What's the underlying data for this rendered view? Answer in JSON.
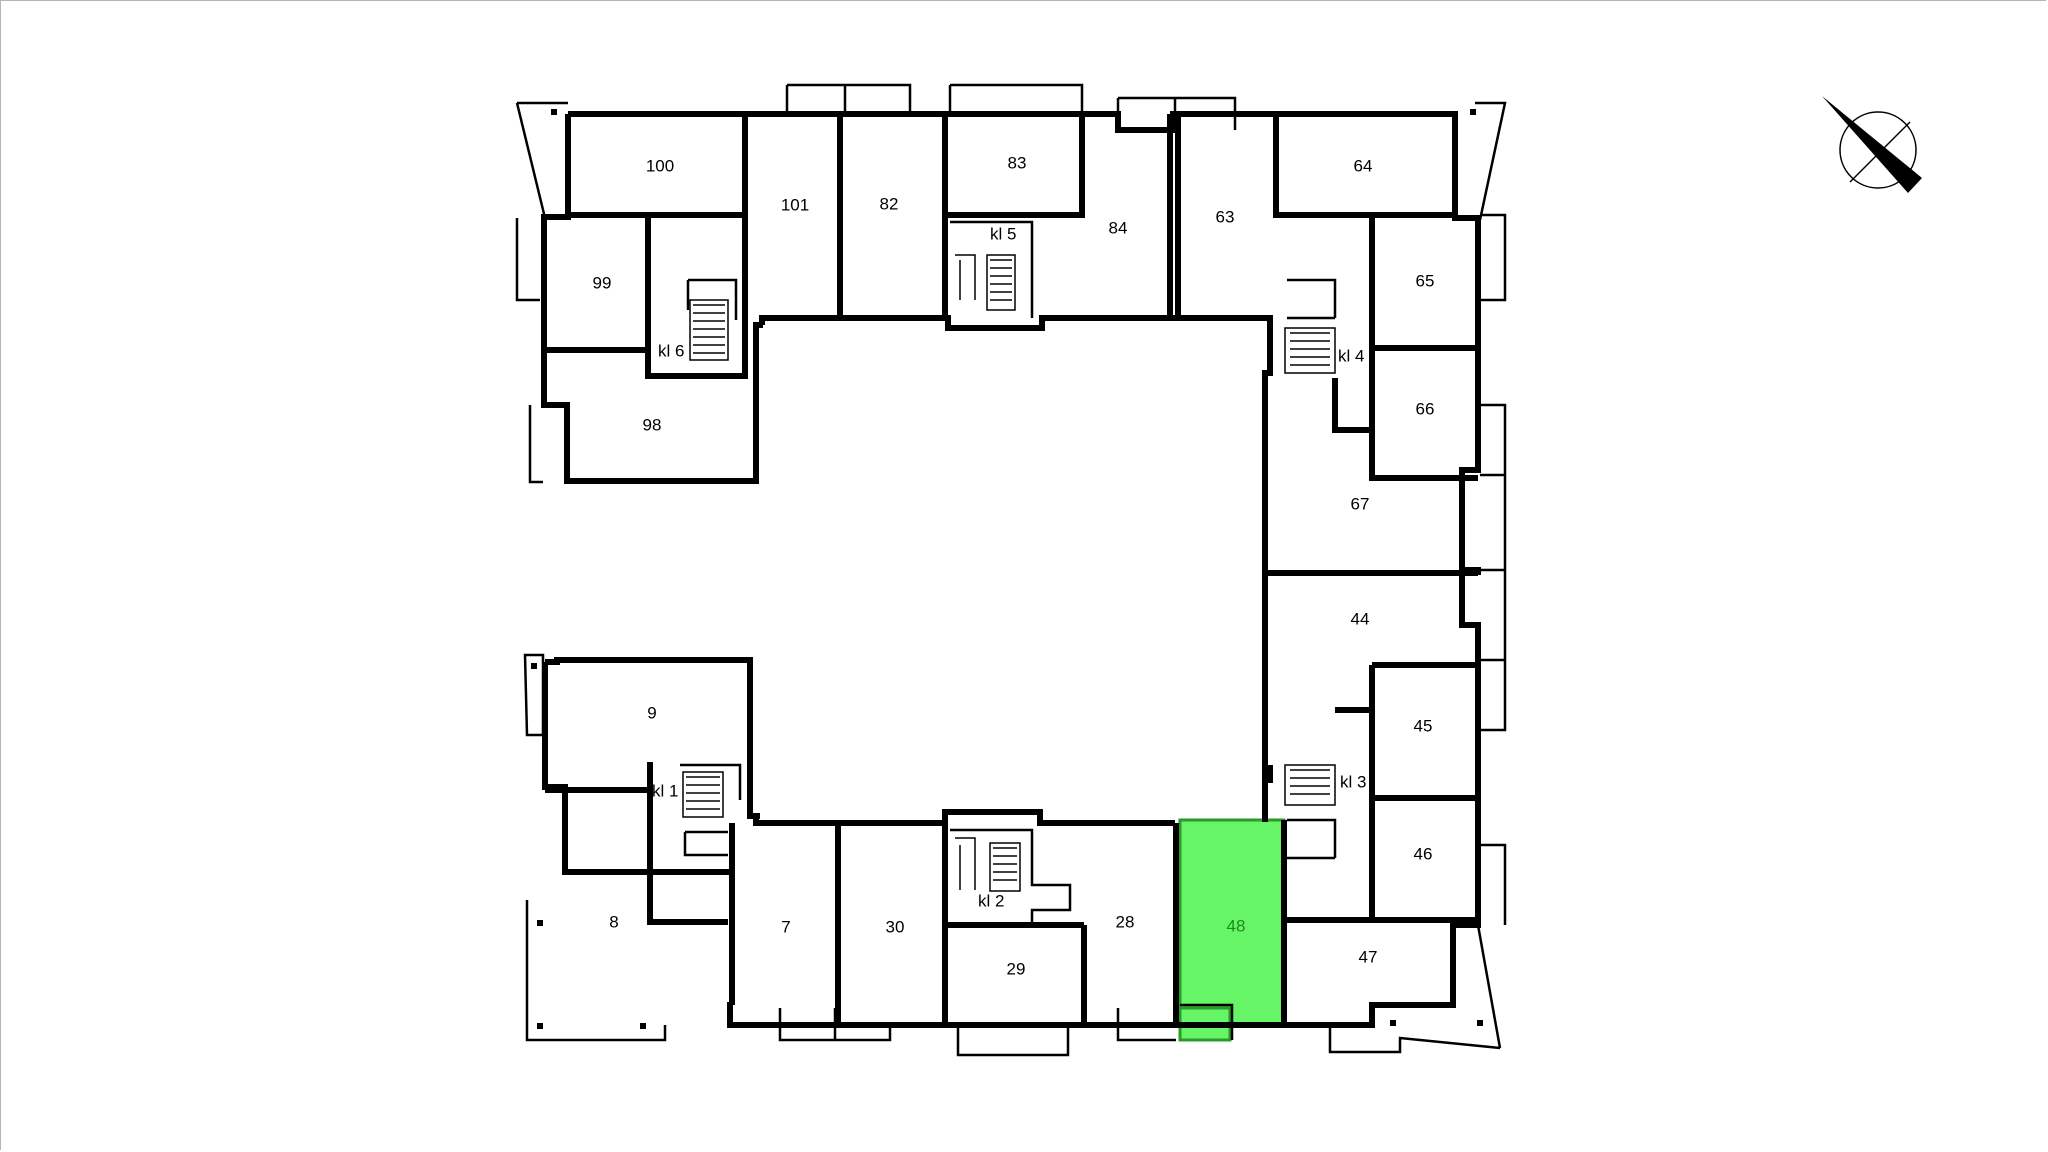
{
  "plan": {
    "selected_unit": "48",
    "highlight_color": "#66f566",
    "units": [
      {
        "id": "100",
        "label": "100"
      },
      {
        "id": "101",
        "label": "101"
      },
      {
        "id": "82",
        "label": "82"
      },
      {
        "id": "83",
        "label": "83"
      },
      {
        "id": "84",
        "label": "84"
      },
      {
        "id": "63",
        "label": "63"
      },
      {
        "id": "64",
        "label": "64"
      },
      {
        "id": "99",
        "label": "99"
      },
      {
        "id": "98",
        "label": "98"
      },
      {
        "id": "65",
        "label": "65"
      },
      {
        "id": "66",
        "label": "66"
      },
      {
        "id": "67",
        "label": "67"
      },
      {
        "id": "44",
        "label": "44"
      },
      {
        "id": "45",
        "label": "45"
      },
      {
        "id": "46",
        "label": "46"
      },
      {
        "id": "47",
        "label": "47"
      },
      {
        "id": "48",
        "label": "48"
      },
      {
        "id": "28",
        "label": "28"
      },
      {
        "id": "29",
        "label": "29"
      },
      {
        "id": "30",
        "label": "30"
      },
      {
        "id": "7",
        "label": "7"
      },
      {
        "id": "8",
        "label": "8"
      },
      {
        "id": "9",
        "label": "9"
      }
    ],
    "staircases": [
      {
        "id": "kl1",
        "label": "kl 1"
      },
      {
        "id": "kl2",
        "label": "kl 2"
      },
      {
        "id": "kl3",
        "label": "kl 3"
      },
      {
        "id": "kl4",
        "label": "kl 4"
      },
      {
        "id": "kl5",
        "label": "kl 5"
      },
      {
        "id": "kl6",
        "label": "kl 6"
      }
    ],
    "compass_icon": "north-arrow-icon"
  }
}
